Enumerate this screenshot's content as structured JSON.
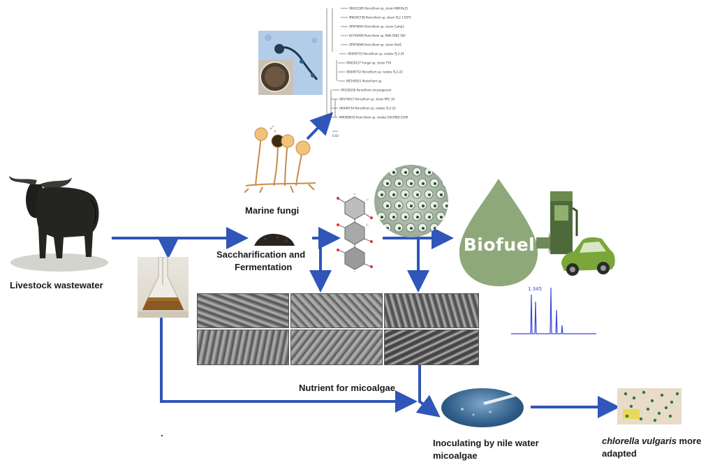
{
  "labels": {
    "livestock": "Livestock wastewater",
    "marine_fungi": "Marine fungi",
    "saccharification_line1": "Saccharification and",
    "saccharification_line2": "Fermentation",
    "biofuel": "Biofuel",
    "nutrient": "Nutrient for micoalgae",
    "inoculating_line1": "Inoculating by nile water",
    "inoculating_line2": "micoalgae",
    "chlorella_italic": "chlorella vulgaris",
    "chlorella_rest": " more",
    "chlorella_line2": "adapted",
    "gc_peak": "1.345",
    "tree_scale": "0.02"
  },
  "tree_taxa": [
    "OK612385 Penicillium sp. strain NWUFa15",
    "MW342738 Penicillium sp. strain SL2.1 ESF5",
    "OP879645 Penicillium sp. strain Camp1",
    "KU740409 Penicillium sp. BAB-5683 16S",
    "OP879646 Penicillium sp. strain Hed1",
    "OK040733 Penicillium sp. isolate TJ-2-24",
    "OK610127 Fungal sp. strain F34",
    "OK040732 Penicillium sp. isolate TJ-2-22",
    "MZ149551 Penicillium sp.",
    "OR336230 Penicillium chrysogenum",
    "OK574617 Penicillium sp. strain PR1 10",
    "OK040734 Penicillium sp. isolate TJ-2-25",
    "MW380616 Penicillium sp. isolate OUCMDZ-5169"
  ],
  "colors": {
    "arrow": "#2f56b8",
    "arrow_edge": "#1c3a8a",
    "biofuel_drop": "#8fa879",
    "biofuel_drop_dark": "#6e8a5c",
    "car": "#7aa63a",
    "chart_line": "#3b48d6"
  },
  "icons": [
    "buffalo-icon",
    "fungi-icon",
    "flask-icon",
    "soil-icon",
    "molecule-icon",
    "microalgae-icon",
    "fuel-pump-icon",
    "car-icon"
  ]
}
